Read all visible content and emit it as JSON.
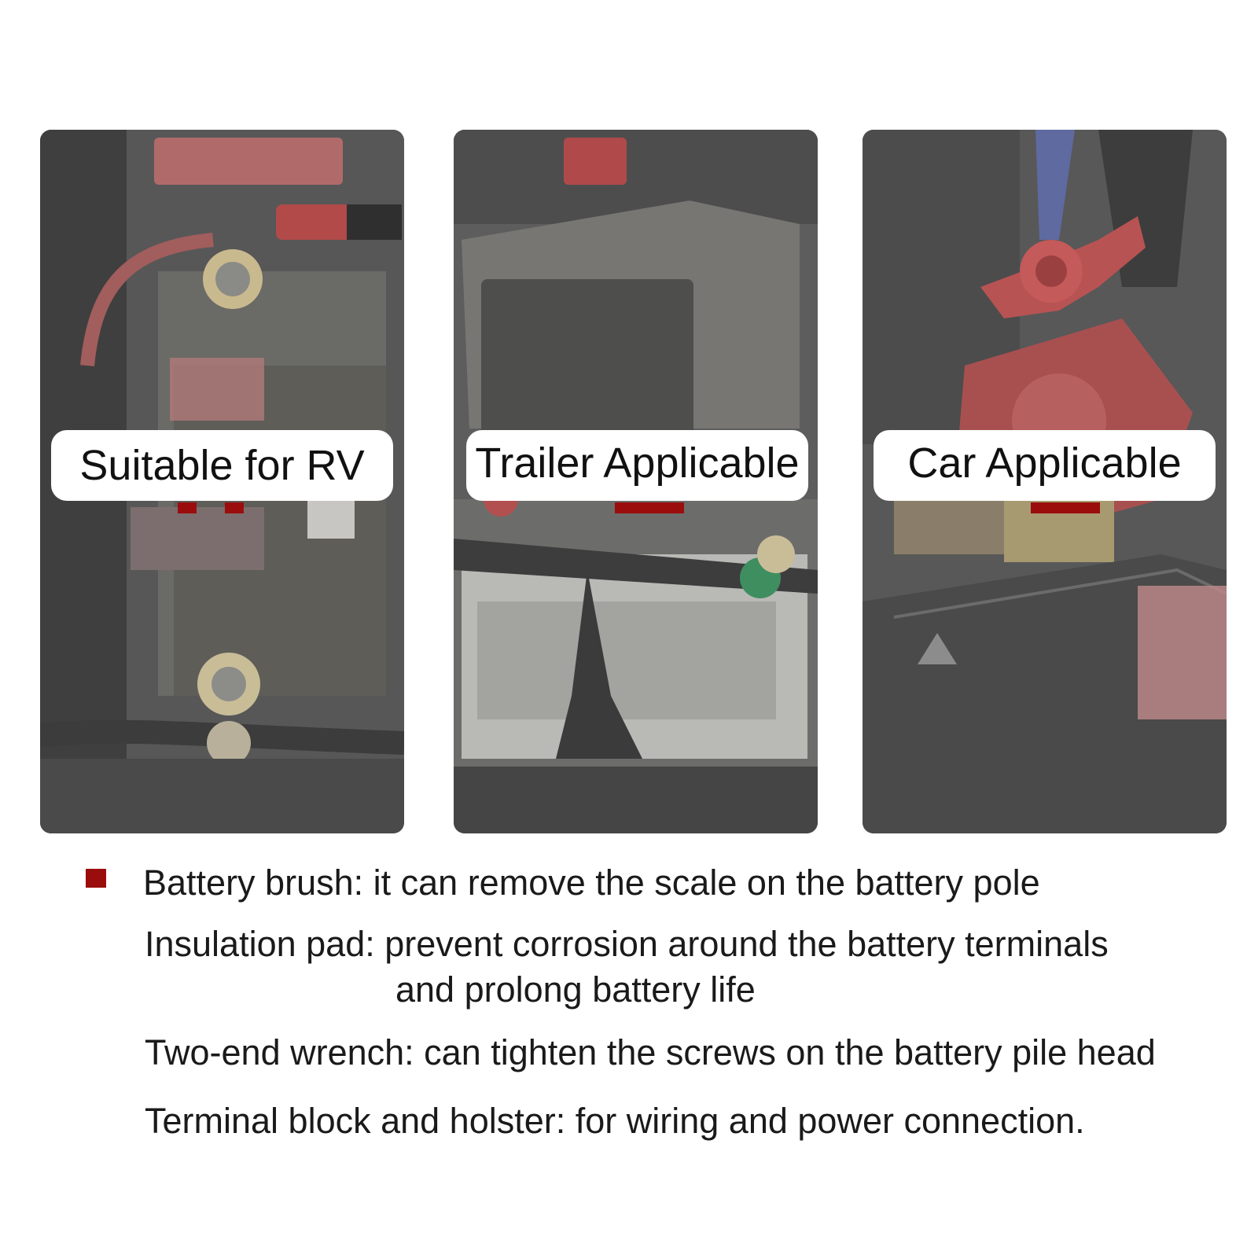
{
  "panels": [
    {
      "label": "Suitable for RV"
    },
    {
      "label": "Trailer Applicable"
    },
    {
      "label": "Car Applicable"
    }
  ],
  "features": {
    "battery_brush": "Battery brush: it can remove the scale on the battery pole",
    "insulation_pad_line1": "Insulation pad: prevent corrosion around the battery terminals",
    "insulation_pad_line2": "and prolong battery life",
    "two_end_wrench": "Two-end wrench: can tighten the screws on the battery pile head",
    "terminal_block": "Terminal block and holster: for wiring and power connection."
  },
  "colors": {
    "accent": "#9b0d0d",
    "label_bg": "#ffffff"
  }
}
